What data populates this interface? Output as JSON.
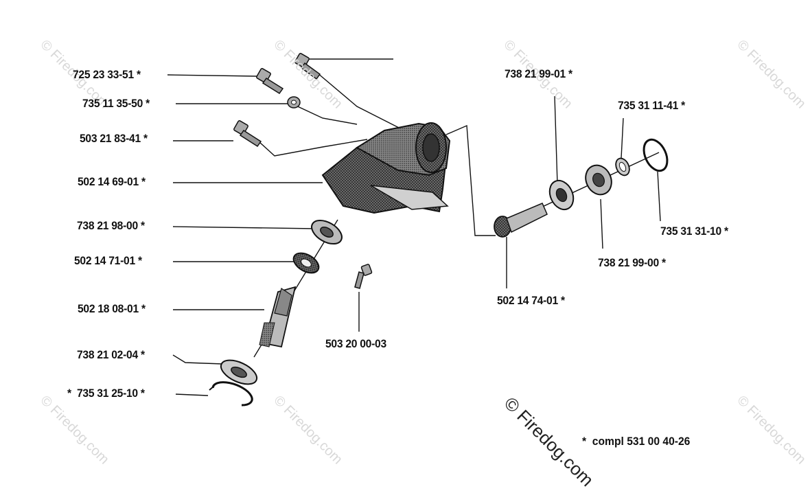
{
  "watermark": {
    "text": "© Firedog.com",
    "main_text": "© Firedog.com"
  },
  "parts": [
    {
      "id": "p1",
      "number": "725 23 33-51",
      "marker": "*"
    },
    {
      "id": "p2",
      "number": "735 11 35-50",
      "marker": "*"
    },
    {
      "id": "p3",
      "number": "503 21 83-41",
      "marker": "*"
    },
    {
      "id": "p4",
      "number": "502 14 69-01",
      "marker": "*"
    },
    {
      "id": "p5",
      "number": "738 21 98-00",
      "marker": "*"
    },
    {
      "id": "p6",
      "number": "502 14 71-01",
      "marker": "*"
    },
    {
      "id": "p7",
      "number": "502 18 08-01",
      "marker": "*"
    },
    {
      "id": "p8",
      "number": "738 21 02-04",
      "marker": "*"
    },
    {
      "id": "p9",
      "number": "735 31 25-10",
      "marker": "*",
      "prefix": "*"
    },
    {
      "id": "p10",
      "number": "503 20 00-03",
      "marker": ""
    },
    {
      "id": "p11",
      "number": "502 14 74-01",
      "marker": "*"
    },
    {
      "id": "p12",
      "number": "738 21 99-01",
      "marker": "*"
    },
    {
      "id": "p13",
      "number": "735 31 11-41",
      "marker": "*"
    },
    {
      "id": "p14",
      "number": "735 31 31-10",
      "marker": "*"
    },
    {
      "id": "p15",
      "number": "738 21 99-00",
      "marker": "*"
    }
  ],
  "footnote": {
    "marker": "*",
    "text": "compl 531 00 40-26"
  }
}
